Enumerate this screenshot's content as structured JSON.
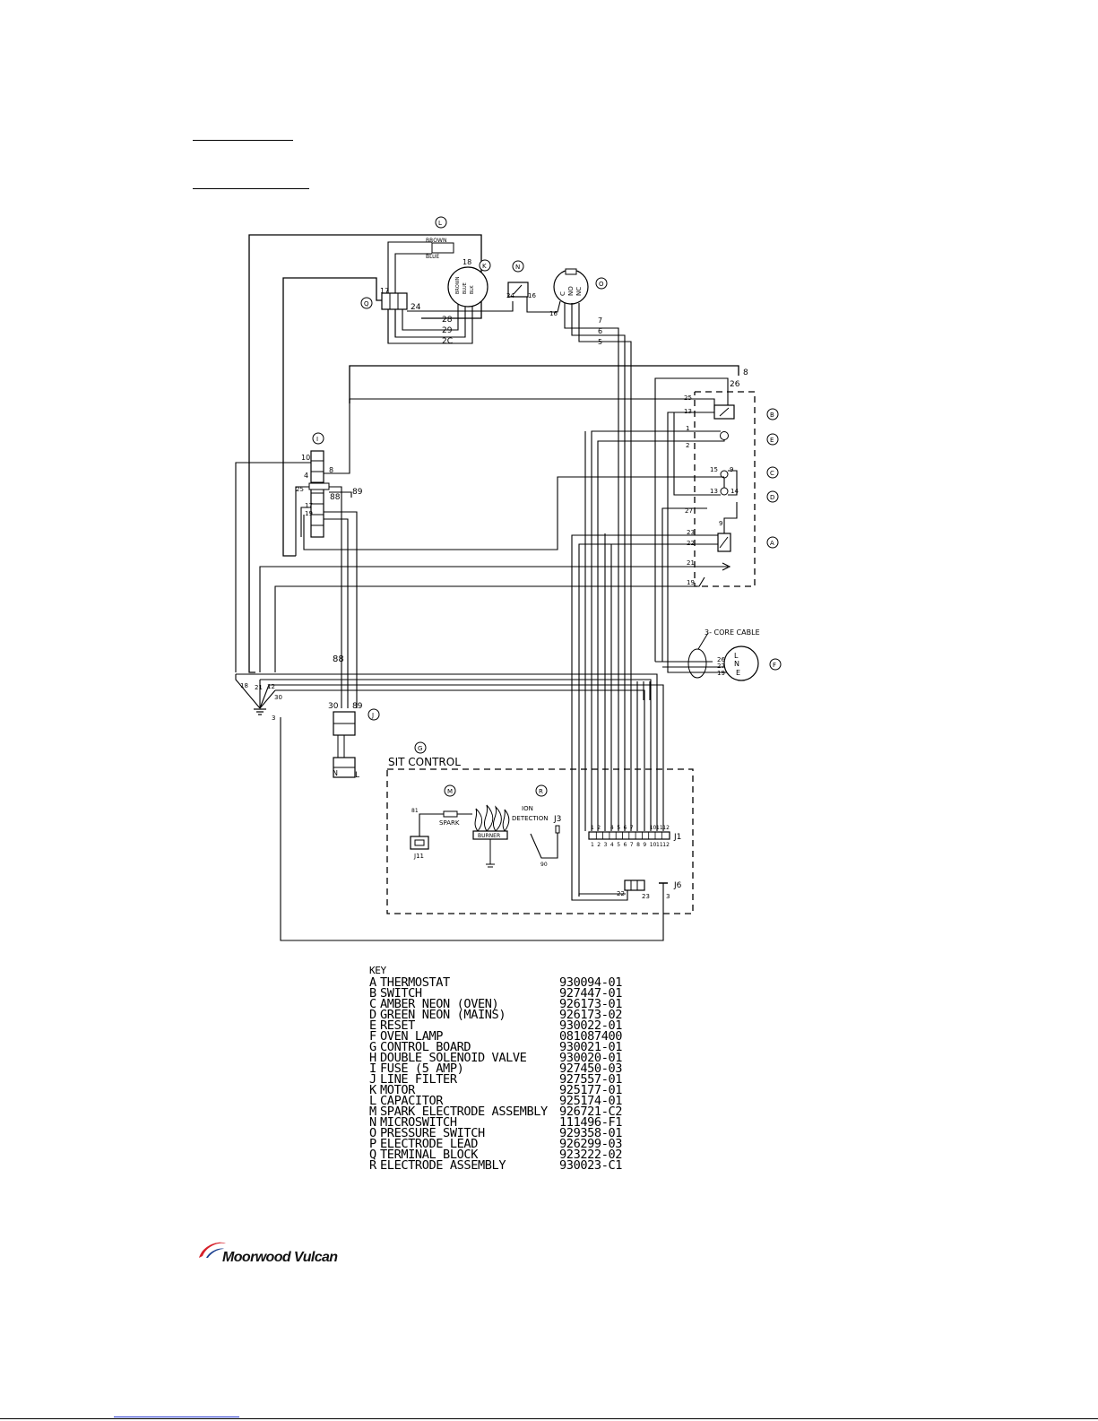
{
  "callouts": {
    "L": "L",
    "K": "K",
    "N": "N",
    "O": "O",
    "Q": "Q",
    "I": "I",
    "B": "B",
    "E": "E",
    "C": "C",
    "D": "D",
    "A": "A",
    "F": "F",
    "J": "J",
    "G": "G",
    "M": "M",
    "R": "R"
  },
  "capacitor": {
    "brown": "BROWN",
    "blue": "BLUE"
  },
  "motor": {
    "label_18": "18",
    "wires": [
      "BROWN",
      "BLUE",
      "BLK"
    ]
  },
  "pressure_switch": {
    "c": "C",
    "no": "NO",
    "nc": "NC"
  },
  "wire_numbers": {
    "n28": "28",
    "n29": "29",
    "n2c": "2C",
    "n24a": "24",
    "n24b": "24",
    "n17a": "17",
    "n16a": "16",
    "n16b": "16",
    "n7": "7",
    "n6": "6",
    "n5": "5",
    "n8a": "8",
    "n26": "26",
    "n25a": "25",
    "n13a": "13",
    "n1": "1",
    "n2": "2",
    "n15": "15",
    "n9a": "9",
    "n13b": "13",
    "n14": "14",
    "n27": "27",
    "n9b": "9",
    "n23a": "23",
    "n22a": "22",
    "n21a": "21",
    "n19a": "19",
    "n10": "10",
    "n8b": "8",
    "n4": "4",
    "n25b": "25",
    "n88a": "88",
    "n89a": "89",
    "n17b": "17",
    "n19b": "19",
    "n88b": "88",
    "n30a": "30",
    "n89b": "89",
    "n18": "18",
    "n21b": "21",
    "n12": "12",
    "n30b": "30",
    "n3a": "3",
    "n26b": "26",
    "n27b": "27",
    "n19c": "19",
    "n81": "81",
    "n90": "90",
    "n22b": "22",
    "n23b": "23",
    "n3b": "3"
  },
  "lamp": {
    "cable": "3- CORE CABLE",
    "l": "L",
    "n": "N",
    "e": "E"
  },
  "filter": {
    "n": "N",
    "l": "L"
  },
  "sit_control": {
    "title": "SIT CONTROL",
    "spark": "SPARK",
    "burner": "BURNER",
    "ion1": "ION",
    "ion2": "DETECTION",
    "j3": "J3",
    "j11": "J11",
    "j1": "J1",
    "j6": "J6",
    "j1_top": [
      "1",
      "2",
      "",
      "4",
      "5",
      "6",
      "7",
      "",
      "",
      "10",
      "11",
      "12"
    ],
    "j1_bottom": [
      "1",
      "2",
      "3",
      "4",
      "5",
      "6",
      "7",
      "8",
      "9",
      "10",
      "11",
      "12"
    ]
  },
  "key": {
    "title": "KEY",
    "items": [
      {
        "letter": "A",
        "description": "THERMOSTAT",
        "part": "930094-01"
      },
      {
        "letter": "B",
        "description": "SWITCH",
        "part": "927447-01"
      },
      {
        "letter": "C",
        "description": "AMBER NEON (OVEN)",
        "part": "926173-01"
      },
      {
        "letter": "D",
        "description": "GREEN NEON (MAINS)",
        "part": "926173-02"
      },
      {
        "letter": "E",
        "description": "RESET",
        "part": "930022-01"
      },
      {
        "letter": "F",
        "description": "OVEN LAMP",
        "part": "081087400"
      },
      {
        "letter": "G",
        "description": "CONTROL BOARD",
        "part": "930021-01"
      },
      {
        "letter": "H",
        "description": "DOUBLE SOLENOID VALVE",
        "part": "930020-01"
      },
      {
        "letter": "I",
        "description": "FUSE (5   AMP)",
        "part": "927450-03"
      },
      {
        "letter": "J",
        "description": "LINE FILTER",
        "part": "927557-01"
      },
      {
        "letter": "K",
        "description": "MOTOR",
        "part": "925177-01"
      },
      {
        "letter": "L",
        "description": "CAPACITOR",
        "part": "925174-01"
      },
      {
        "letter": "M",
        "description": "SPARK ELECTRODE ASSEMBLY",
        "part": "926721-C2"
      },
      {
        "letter": "N",
        "description": "MICROSWITCH",
        "part": "111496-F1"
      },
      {
        "letter": "O",
        "description": "PRESSURE SWITCH",
        "part": "929358-01"
      },
      {
        "letter": "P",
        "description": "ELECTRODE LEAD",
        "part": "926299-03"
      },
      {
        "letter": "Q",
        "description": "TERMINAL BLOCK",
        "part": "923222-02"
      },
      {
        "letter": "R",
        "description": "ELECTRODE ASSEMBLY",
        "part": "930023-C1"
      }
    ]
  },
  "logo": {
    "text": "Moorwood Vulcan",
    "colors": {
      "swoosh_red": "#d6202a",
      "swoosh_blue": "#1a3f8f"
    }
  }
}
